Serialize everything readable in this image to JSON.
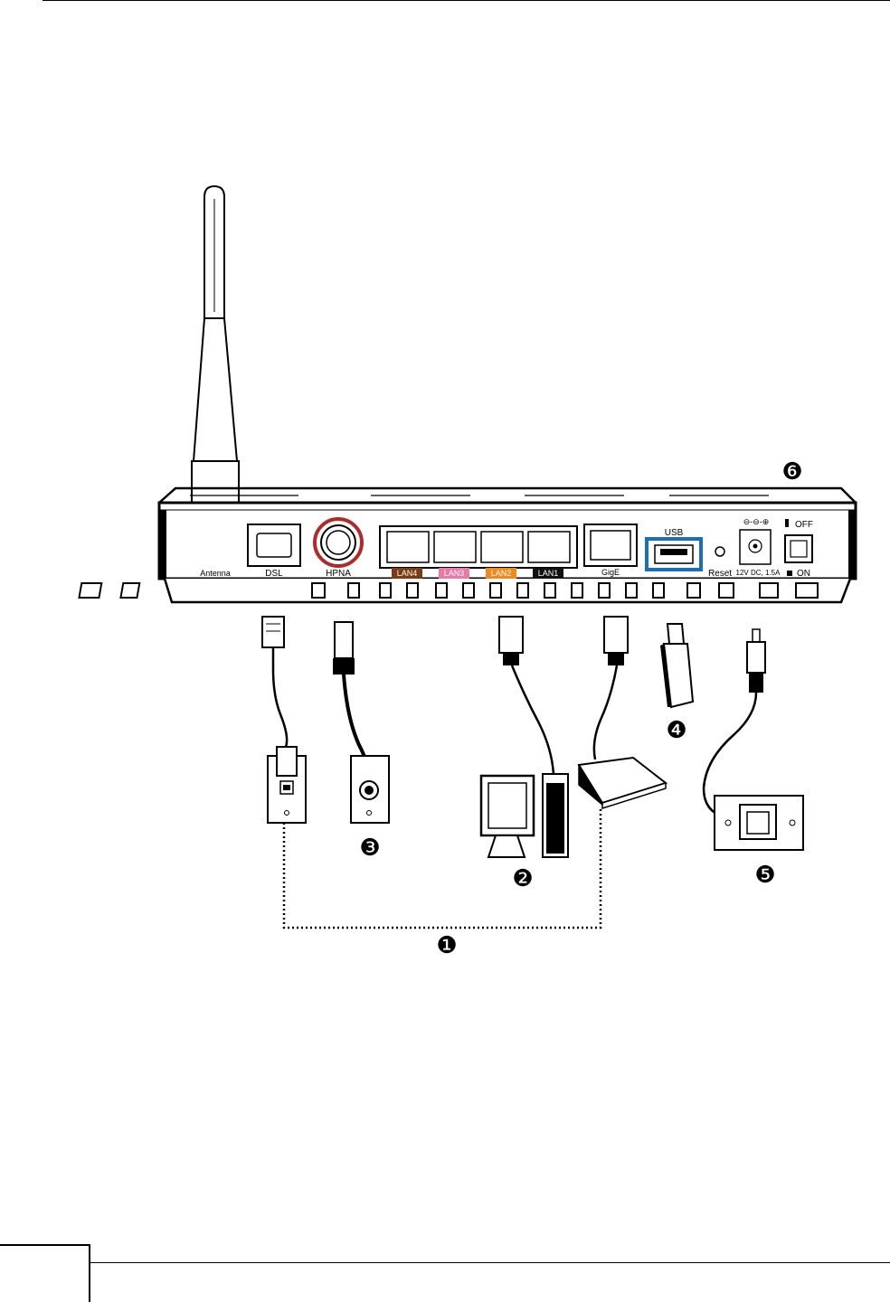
{
  "labels": {
    "antenna": "Antenna",
    "dsl": "DSL",
    "hpna": "HPNA",
    "lan4": "LAN4",
    "lan3": "LAN3",
    "lan2": "LAN2",
    "lan1": "LAN1",
    "gige": "GigE",
    "usb": "USB",
    "reset": "Reset",
    "power_rating": "12V DC, 1.5A",
    "off": "OFF",
    "on": "ON"
  },
  "callouts": {
    "c1": "❶",
    "c2": "❷",
    "c3": "❸",
    "c4": "❹",
    "c5": "❺",
    "c6": "❻"
  },
  "colors": {
    "hpna_ring": "#b02a2a",
    "usb_highlight": "#1a6fb5",
    "lan4_bg": "#7a3c10",
    "lan3_bg": "#e87aa8",
    "lan2_bg": "#f08a20",
    "lan1_bg": "#111111"
  }
}
